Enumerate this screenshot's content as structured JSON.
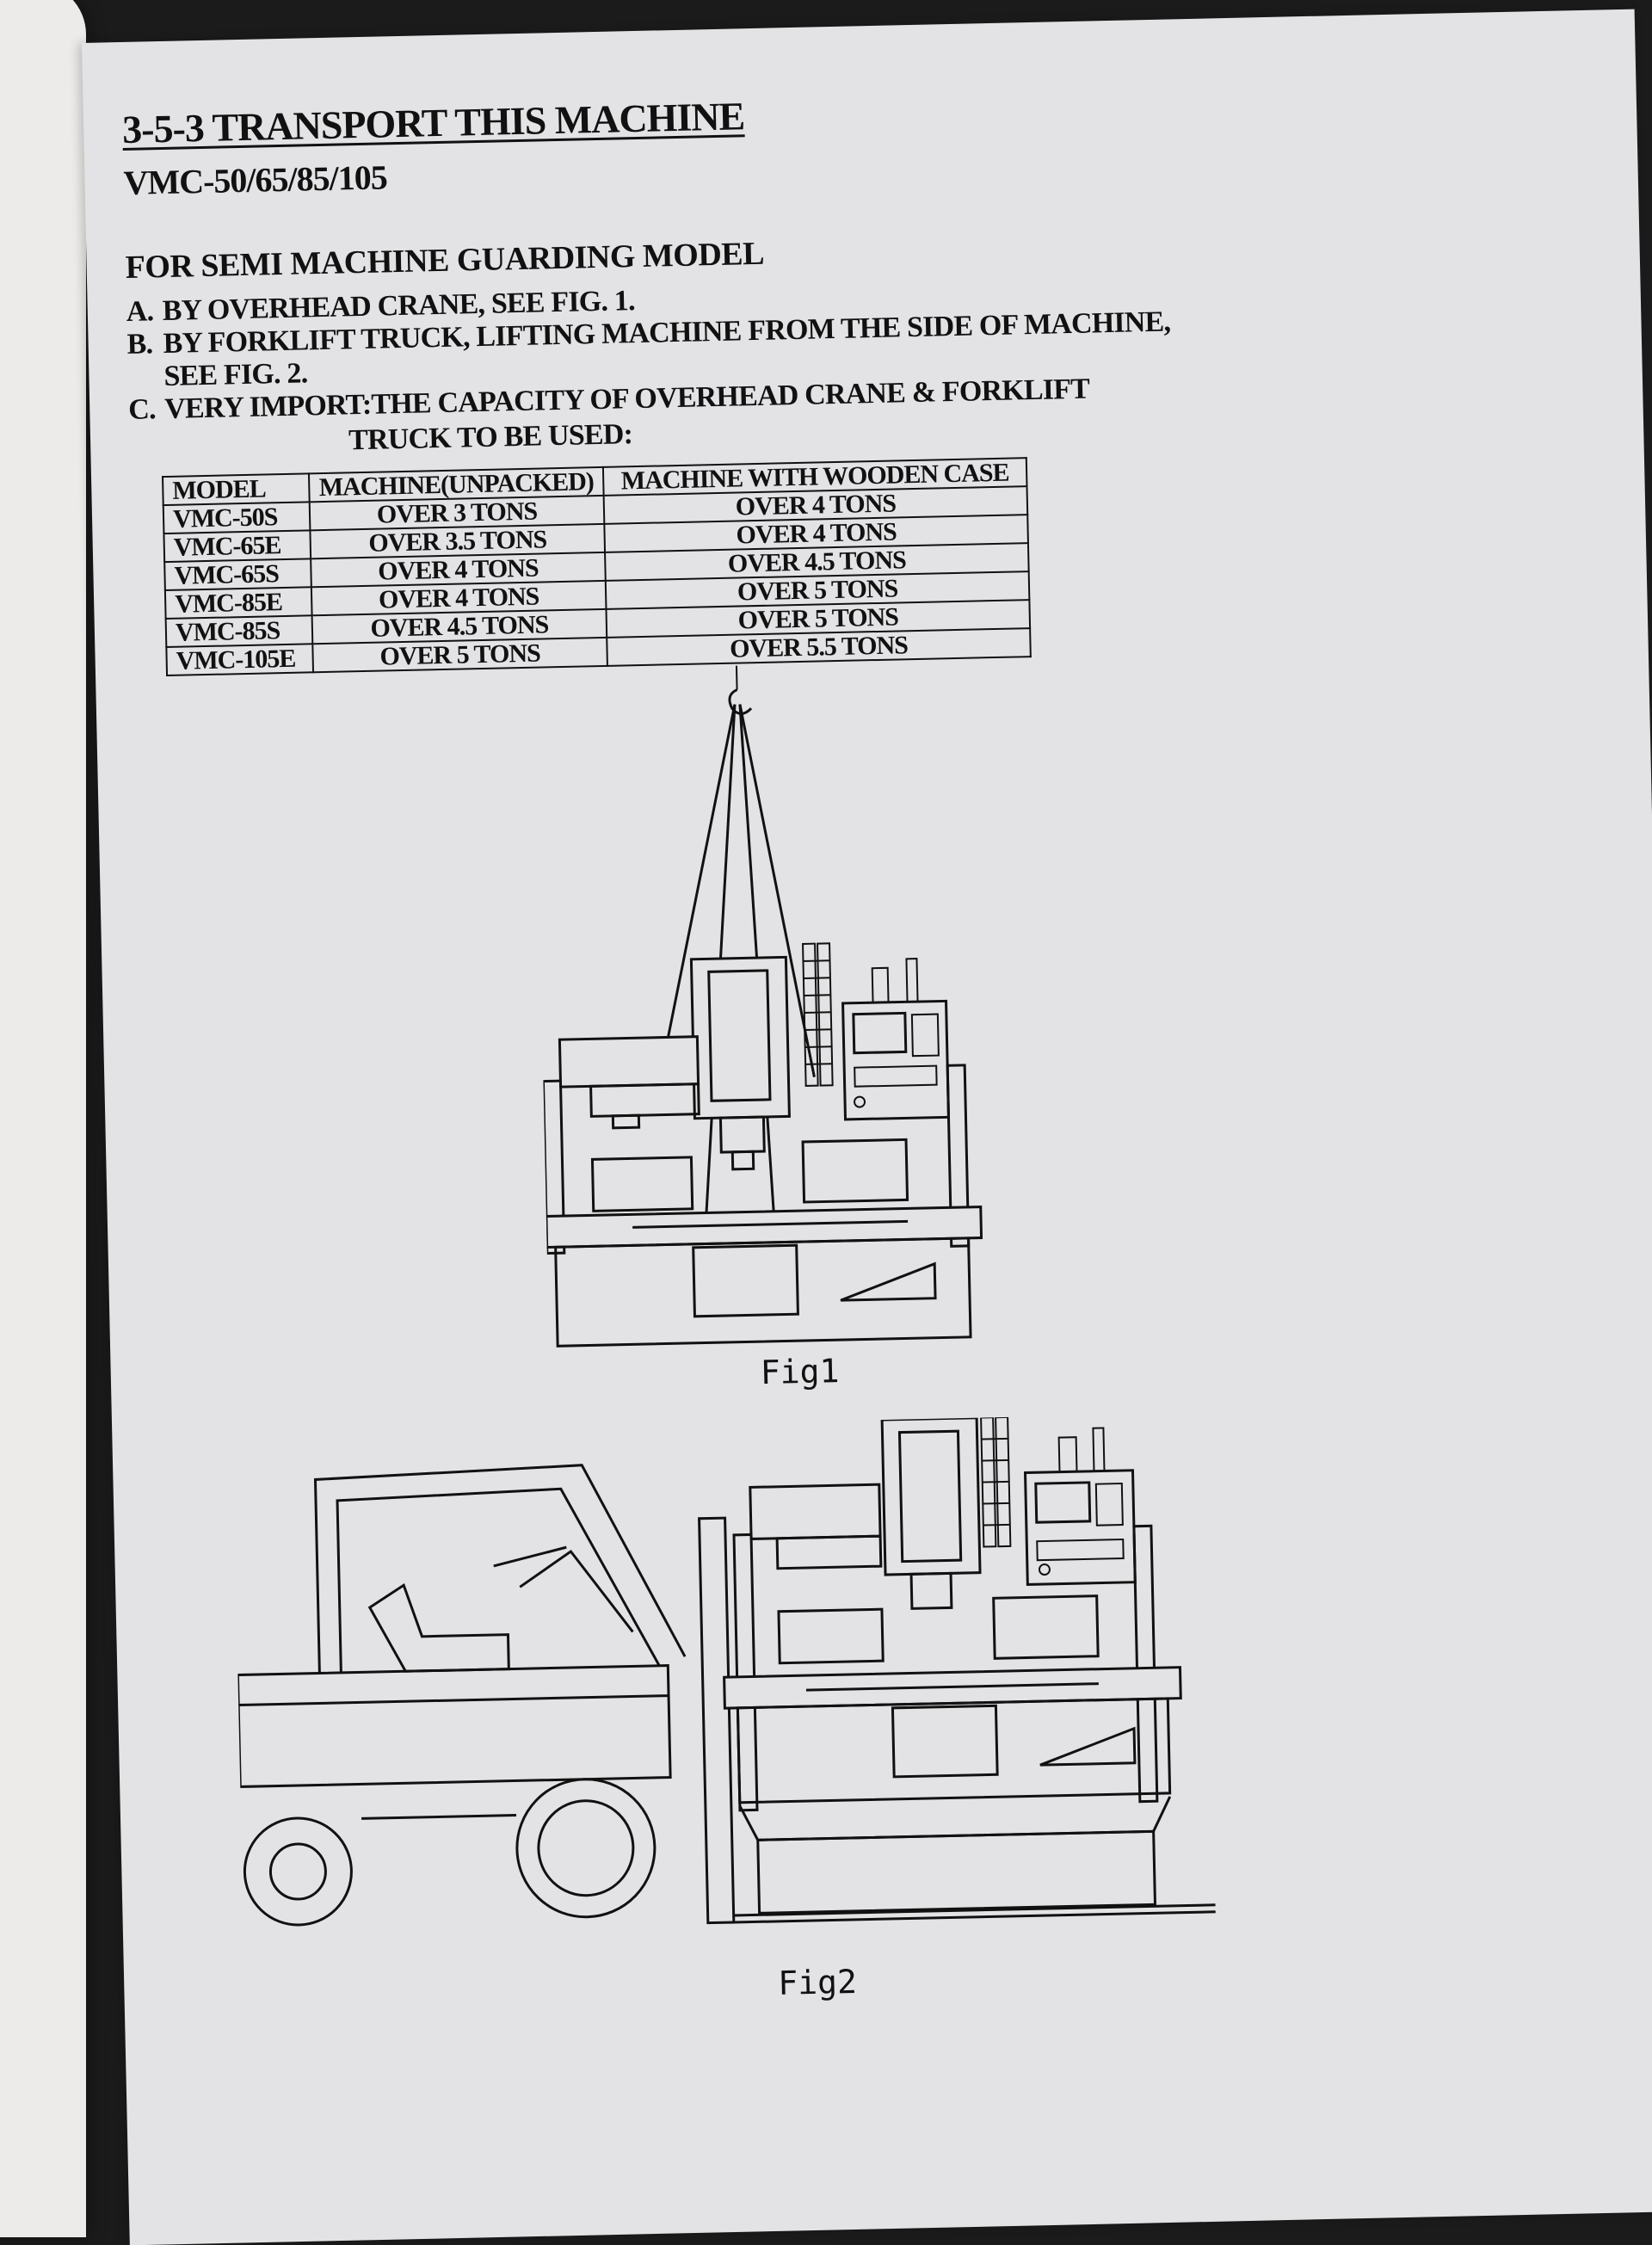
{
  "doc": {
    "title": "3-5-3 TRANSPORT THIS MACHINE",
    "models": "VMC-50/65/85/105",
    "section": "FOR SEMI MACHINE GUARDING MODEL",
    "items": [
      {
        "letter": "A.",
        "text": "BY OVERHEAD CRANE, SEE FIG. 1."
      },
      {
        "letter": "B.",
        "text": "BY FORKLIFT TRUCK, LIFTING MACHINE FROM THE SIDE OF MACHINE,"
      },
      {
        "letter": "",
        "text": "SEE FIG. 2."
      },
      {
        "letter": "C.",
        "text": "VERY IMPORT:THE CAPACITY OF OVERHEAD CRANE & FORKLIFT"
      }
    ],
    "item_c_line2": "TRUCK TO BE USED:"
  },
  "table": {
    "headers": [
      "MODEL",
      "MACHINE(UNPACKED)",
      "MACHINE WITH WOODEN CASE"
    ],
    "rows": [
      [
        "VMC-50S",
        "OVER 3 TONS",
        "OVER 4 TONS"
      ],
      [
        "VMC-65E",
        "OVER 3.5 TONS",
        "OVER 4 TONS"
      ],
      [
        "VMC-65S",
        "OVER 4 TONS",
        "OVER 4.5 TONS"
      ],
      [
        "VMC-85E",
        "OVER 4 TONS",
        "OVER 5 TONS"
      ],
      [
        "VMC-85S",
        "OVER 4.5 TONS",
        "OVER 5 TONS"
      ],
      [
        "VMC-105E",
        "OVER 5 TONS",
        "OVER 5.5 TONS"
      ]
    ]
  },
  "figures": {
    "fig1_label": "Fig1",
    "fig2_label": "Fig2"
  }
}
